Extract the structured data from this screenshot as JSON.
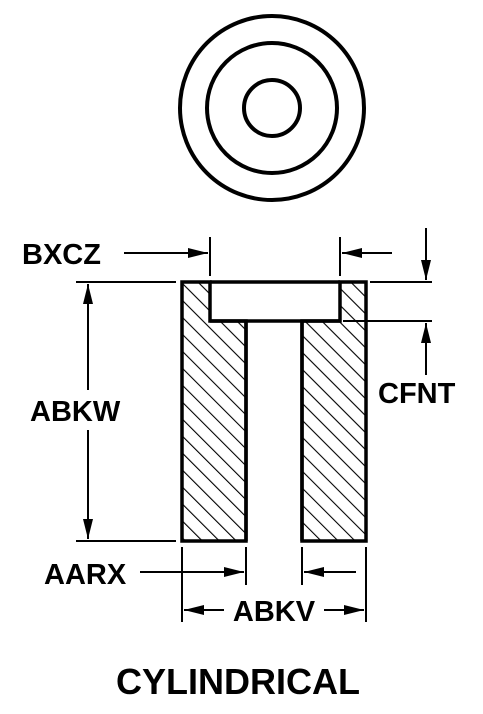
{
  "labels": {
    "bxcz": "BXCZ",
    "abkw": "ABKW",
    "cfnt": "CFNT",
    "aarx": "AARX",
    "abkv": "ABKV"
  },
  "title": "CYLINDRICAL",
  "colors": {
    "ink": "#000000",
    "background": "#ffffff"
  }
}
